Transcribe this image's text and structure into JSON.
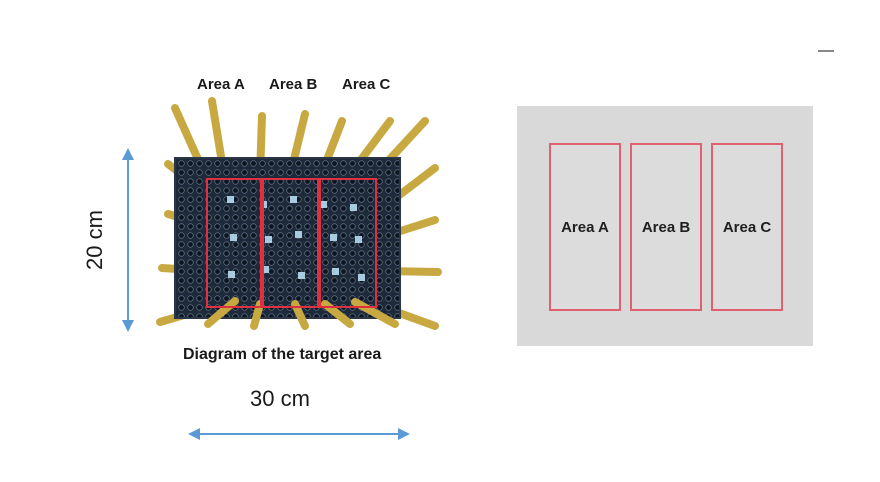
{
  "left_diagram": {
    "area_labels": [
      "Area A",
      "Area B",
      "Area C"
    ],
    "caption": "Diagram of the target area",
    "width_label": "30 cm",
    "height_label": "20 cm"
  },
  "right_panel": {
    "area_labels": [
      "Area A",
      "Area B",
      "Area C"
    ]
  },
  "colors": {
    "arrow": "#5b9bd5",
    "area_outline": "#e03040",
    "panel_bg": "#d9d9d9",
    "panel_outline": "#e06070",
    "rod": "#c8a840",
    "grid_bg": "#1e2a3a"
  }
}
